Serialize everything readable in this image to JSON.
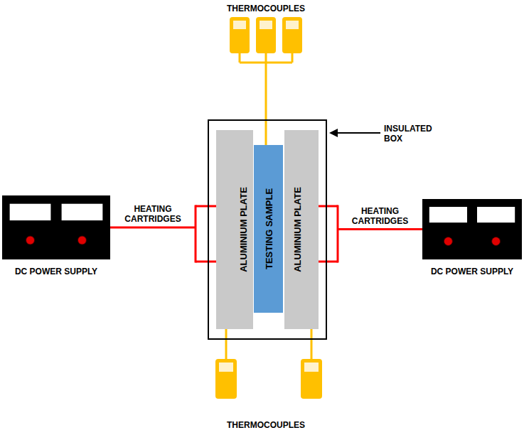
{
  "diagram": {
    "nodes": [
      {
        "text": [
          "DC POWER SUPPLY"
        ]
      },
      {
        "text": [
          "INSULATED BOX"
        ]
      },
      {
        "text": [
          "ALUMINIUM PLATE"
        ],
        "in": 1
      },
      {
        "text": [
          "TESTING SAMPLE"
        ],
        "in": 1
      },
      {
        "text": [
          "ALUMINIUM PLATE"
        ],
        "in": 1
      },
      {
        "text": [
          "DC POWER SUPPLY"
        ]
      }
    ],
    "edges": [
      {
        "from": 0,
        "to": 2,
        "label": "HEATING CARTRIDGES",
        "arrow": "none"
      },
      {
        "from": 5,
        "to": 4,
        "label": "HEATING CARTRIDGES",
        "arrow": "none"
      }
    ],
    "labels": [
      "THERMOCOUPLES",
      "THERMOCOUPLES"
    ]
  }
}
